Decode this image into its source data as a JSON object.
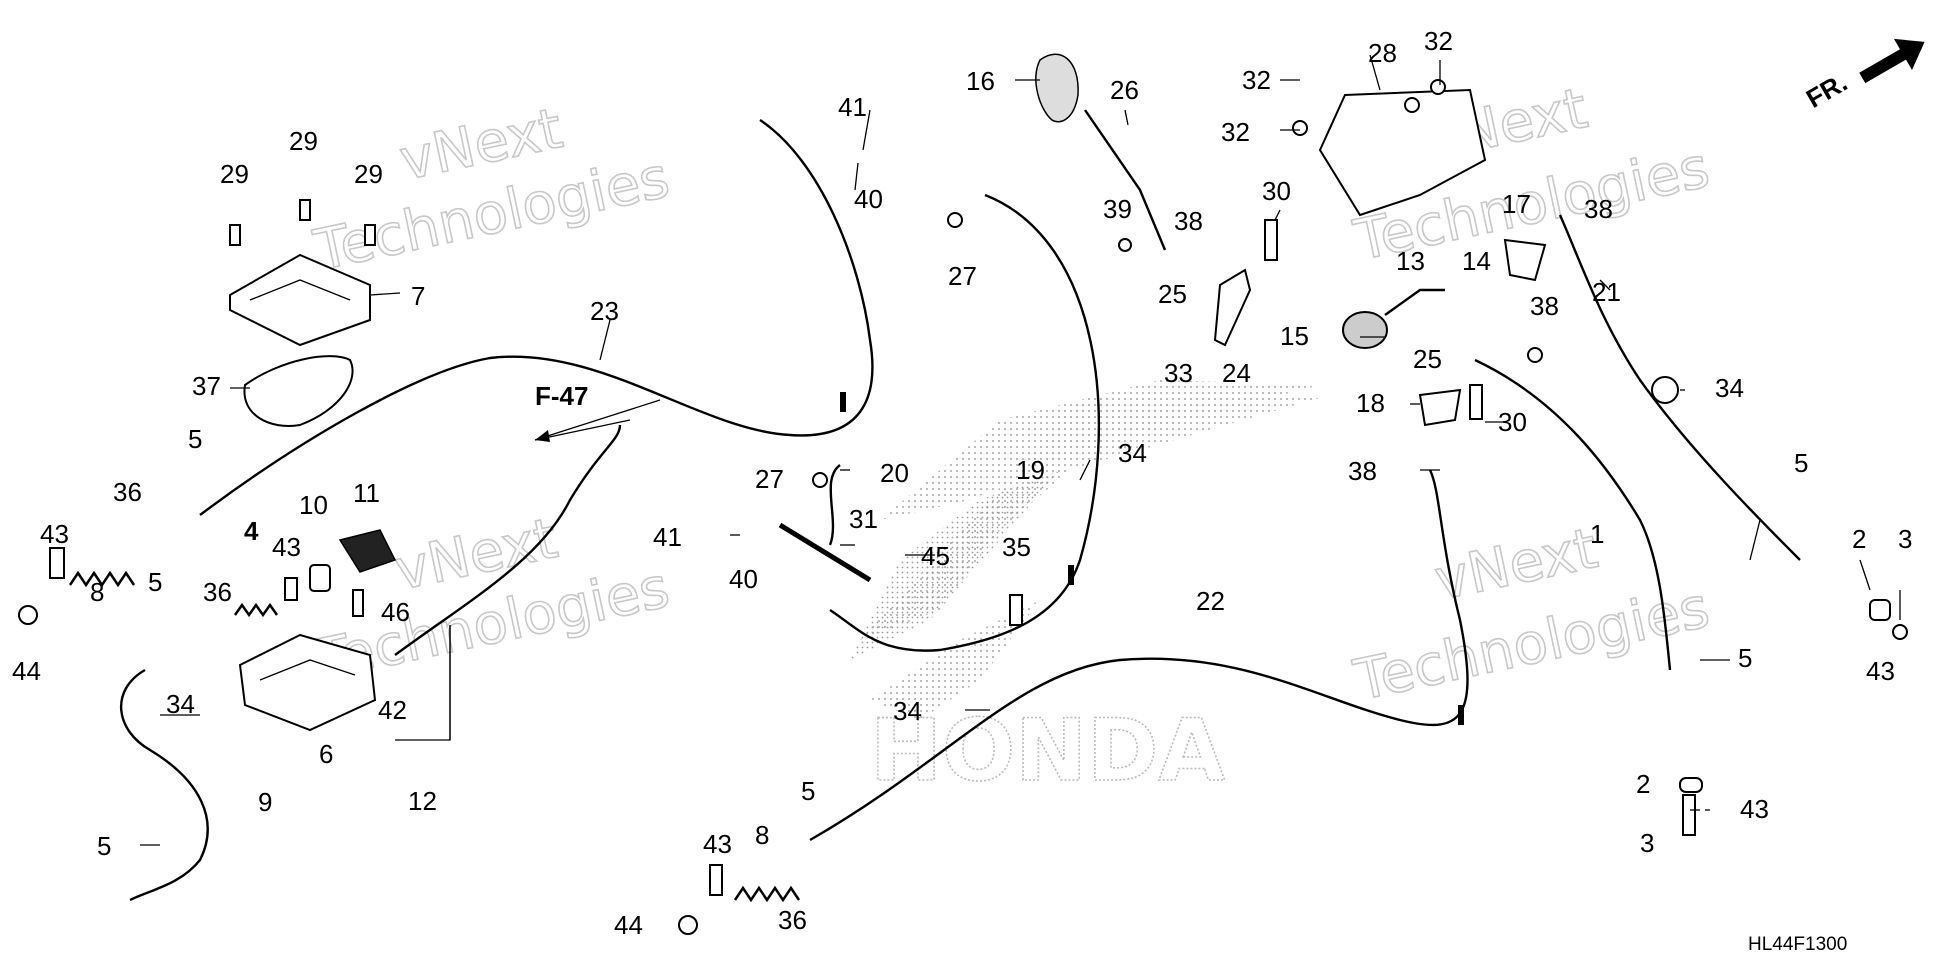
{
  "diagram_code": "HL44F1300",
  "direction_label": "FR.",
  "section_ref": "F-47",
  "watermark": [
    "vNext",
    "Technologies"
  ],
  "brand_logo": "HONDA",
  "callouts": {
    "c1": "1",
    "c2a": "2",
    "c2b": "2",
    "c3a": "3",
    "c3b": "3",
    "c4": "4",
    "c5a": "5",
    "c5b": "5",
    "c5c": "5",
    "c5d": "5",
    "c5e": "5",
    "c5f": "5",
    "c6": "6",
    "c7": "7",
    "c8a": "8",
    "c8b": "8",
    "c9": "9",
    "c10": "10",
    "c11": "11",
    "c12": "12",
    "c13": "13",
    "c14": "14",
    "c15": "15",
    "c16": "16",
    "c17": "17",
    "c18": "18",
    "c19": "19",
    "c20": "20",
    "c21": "21",
    "c22": "22",
    "c23": "23",
    "c24": "24",
    "c25a": "25",
    "c25b": "25",
    "c26": "26",
    "c27a": "27",
    "c27b": "27",
    "c28": "28",
    "c29a": "29",
    "c29b": "29",
    "c29c": "29",
    "c30a": "30",
    "c30b": "30",
    "c31": "31",
    "c32a": "32",
    "c32b": "32",
    "c32c": "32",
    "c33": "33",
    "c34a": "34",
    "c34b": "34",
    "c34c": "34",
    "c34d": "34",
    "c35": "35",
    "c36a": "36",
    "c36b": "36",
    "c36c": "36",
    "c37": "37",
    "c38a": "38",
    "c38b": "38",
    "c38c": "38",
    "c38d": "38",
    "c39": "39",
    "c40a": "40",
    "c40b": "40",
    "c41a": "41",
    "c41b": "41",
    "c42": "42",
    "c43a": "43",
    "c43b": "43",
    "c43c": "43",
    "c43d": "43",
    "c43e": "43",
    "c44a": "44",
    "c44b": "44",
    "c45": "45",
    "c46": "46"
  }
}
